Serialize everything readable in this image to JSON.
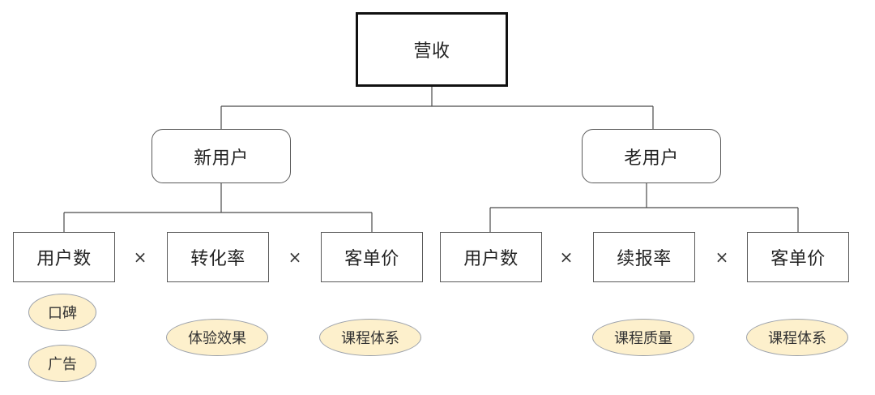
{
  "root": {
    "label": "营收"
  },
  "groups": [
    {
      "label": "新用户"
    },
    {
      "label": "老用户"
    }
  ],
  "metrics": [
    {
      "label": "用户数"
    },
    {
      "label": "转化率"
    },
    {
      "label": "客单价"
    },
    {
      "label": "用户数"
    },
    {
      "label": "续报率"
    },
    {
      "label": "客单价"
    }
  ],
  "operator": "×",
  "factors": [
    {
      "label": "口碑"
    },
    {
      "label": "广告"
    },
    {
      "label": "体验效果"
    },
    {
      "label": "课程体系"
    },
    {
      "label": "课程质量"
    },
    {
      "label": "课程体系"
    }
  ],
  "colors": {
    "factor_fill": "#fdf0cc",
    "factor_border": "#9aa0aa",
    "line": "#4a4a4a"
  }
}
